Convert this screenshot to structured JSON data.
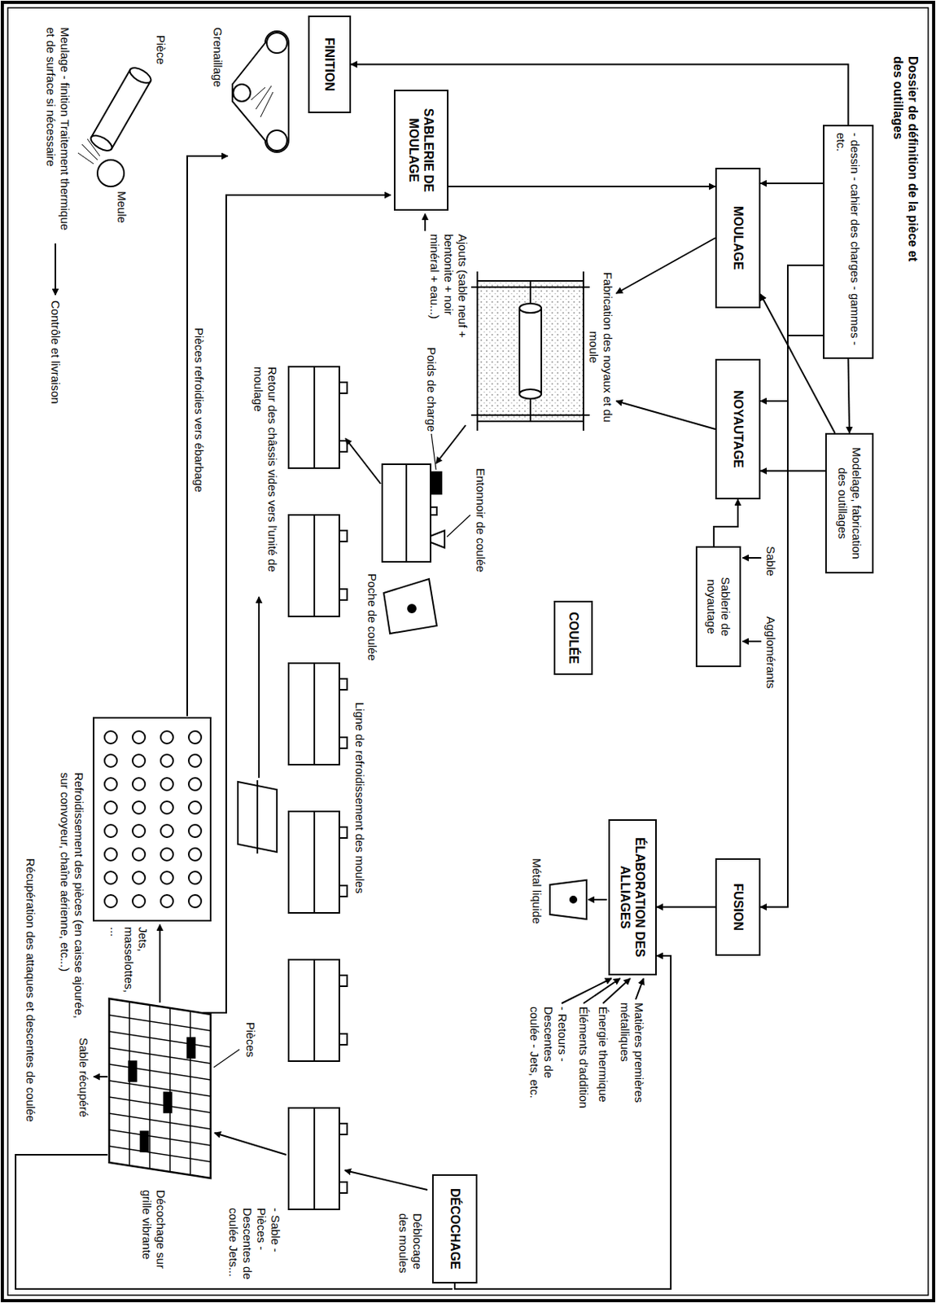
{
  "diagram": {
    "nodes": [
      {
        "text": [
          "Dossier de définition de la pièce et des outillages",
          "- dessin - cahier des charges - gammes - etc."
        ]
      },
      {
        "text": [
          "Modelage, fabrication des outillages"
        ]
      },
      {
        "text": [
          "MOULAGE"
        ]
      },
      {
        "text": [
          "NOYAUTAGE"
        ]
      },
      {
        "text": [
          "Sablerie de noyautage"
        ]
      },
      {
        "text": [
          "FUSION"
        ]
      },
      {
        "text": [
          "ÉLABORATION DES ALLIAGES"
        ]
      },
      {
        "text": [
          "SABLERIE DE MOULAGE"
        ]
      },
      {
        "text": [
          "COULÉE"
        ]
      },
      {
        "text": [
          "DÉCOCHAGE"
        ]
      },
      {
        "text": [
          "FINITION"
        ]
      },
      {
        "text": [
          "Fabrication des noyaux et du moule"
        ]
      }
    ],
    "edges": [
      {
        "from": 0,
        "to": 1,
        "arrow": "to"
      },
      {
        "from": 0,
        "to": 2,
        "arrow": "to"
      },
      {
        "from": 0,
        "to": 3,
        "arrow": "to"
      },
      {
        "from": 0,
        "to": 5,
        "arrow": "to"
      },
      {
        "from": 0,
        "to": 10,
        "arrow": "to"
      },
      {
        "from": 1,
        "to": 2,
        "arrow": "to"
      },
      {
        "from": 1,
        "to": 3,
        "arrow": "to"
      },
      {
        "from": 2,
        "to": 11,
        "arrow": "to"
      },
      {
        "from": 3,
        "to": 11,
        "arrow": "to"
      },
      {
        "from": 4,
        "to": 3,
        "arrow": "to"
      },
      {
        "from": 7,
        "to": 2,
        "arrow": "to"
      },
      {
        "from": 5,
        "to": 6,
        "arrow": "to"
      },
      {
        "from": 9,
        "to": 6,
        "arrow": "to"
      }
    ],
    "labels": [
      "Ajouts (sable neuf + bentonite + noir minéral + eau...)",
      "Sable",
      "Agglomérants",
      "Entonnoir de coulée",
      "Poids de charge",
      "Poche de coulée",
      "Métal liquide",
      "Matières premières métalliques",
      "Énergie thermique",
      "Éléments d'addition",
      "- Retours - Descentes de coulée - Jets, etc.",
      "Ligne de refroidissement des moules",
      "Retour des châssis vides vers l'unité de moulage",
      "Déblocage des moules",
      "- Sable - Pièces - Descentes de coulée Jets...",
      "Pièces",
      "Jets, masselottes, ...",
      "Refroidissement des pièces (en caisse ajourée, sur convoyeur, chaîne aérienne, etc...)",
      "Sable récupéré",
      "Décochage sur grille vibrante",
      "Pièces refroidies vers ébarbage",
      "Grenaillage",
      "Pièce",
      "Meule",
      "Meulage - finition Traitement thermique et de surface si nécessaire",
      "Contrôle et livraison",
      "Récupération des attaques et descentes de coulée"
    ]
  }
}
